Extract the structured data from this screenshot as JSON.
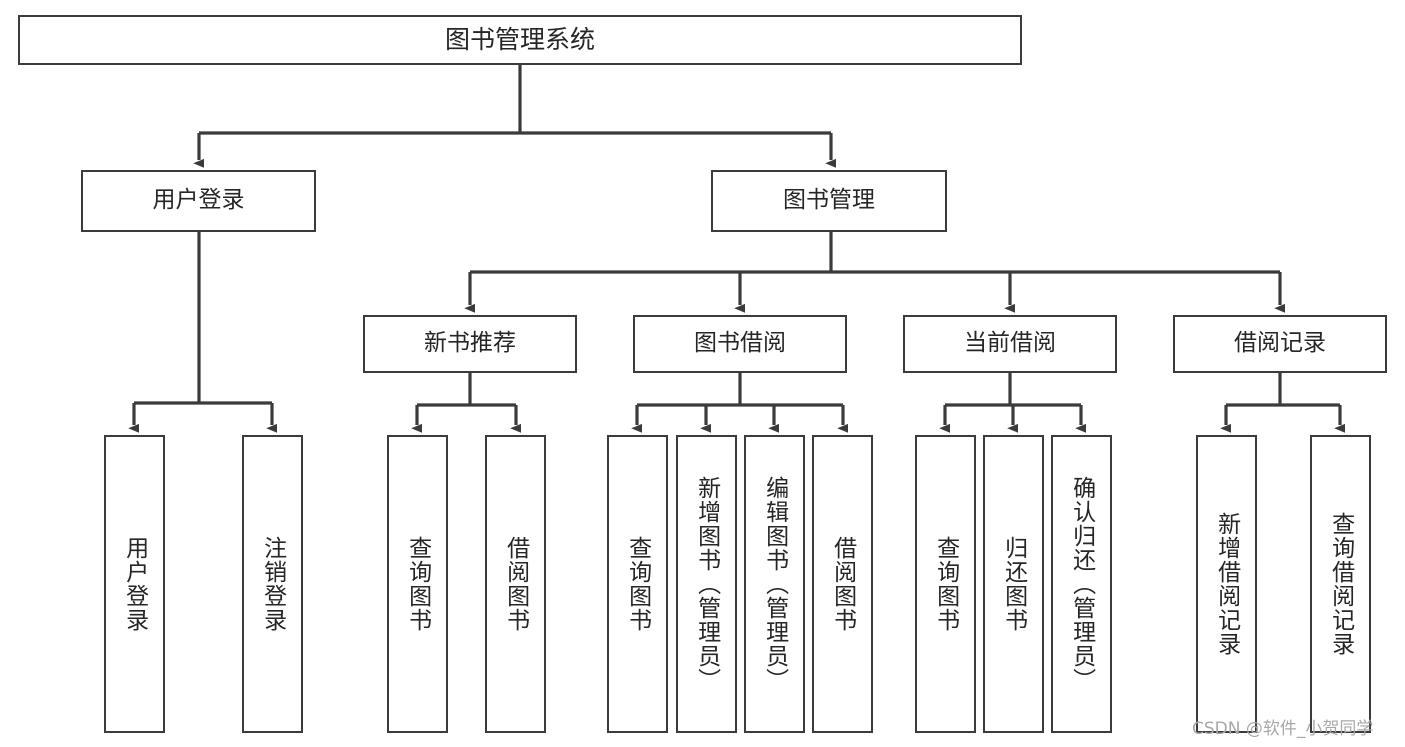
{
  "diagram": {
    "title": "图书管理系统",
    "type": "tree-hierarchy-chart",
    "line_color": "#3b3b3b",
    "box_fill": "#ffffff",
    "text_color": "#262626",
    "root": {
      "label": "图书管理系统",
      "children": [
        {
          "label": "用户登录",
          "children": [
            {
              "label": "用户登录"
            },
            {
              "label": "注销登录"
            }
          ]
        },
        {
          "label": "图书管理",
          "children": [
            {
              "label": "新书推荐",
              "children": [
                {
                  "label": "查询图书"
                },
                {
                  "label": "借阅图书"
                }
              ]
            },
            {
              "label": "图书借阅",
              "children": [
                {
                  "label": "查询图书"
                },
                {
                  "label": "新增图书（管理员）"
                },
                {
                  "label": "编辑图书（管理员）"
                },
                {
                  "label": "借阅图书"
                }
              ]
            },
            {
              "label": "当前借阅",
              "children": [
                {
                  "label": "查询图书"
                },
                {
                  "label": "归还图书"
                },
                {
                  "label": "确认归还（管理员）"
                }
              ]
            },
            {
              "label": "借阅记录",
              "children": [
                {
                  "label": "新增借阅记录"
                },
                {
                  "label": "查询借阅记录"
                }
              ]
            }
          ]
        }
      ]
    }
  },
  "watermark": {
    "text": "CSDN @软件_小贺同学"
  }
}
